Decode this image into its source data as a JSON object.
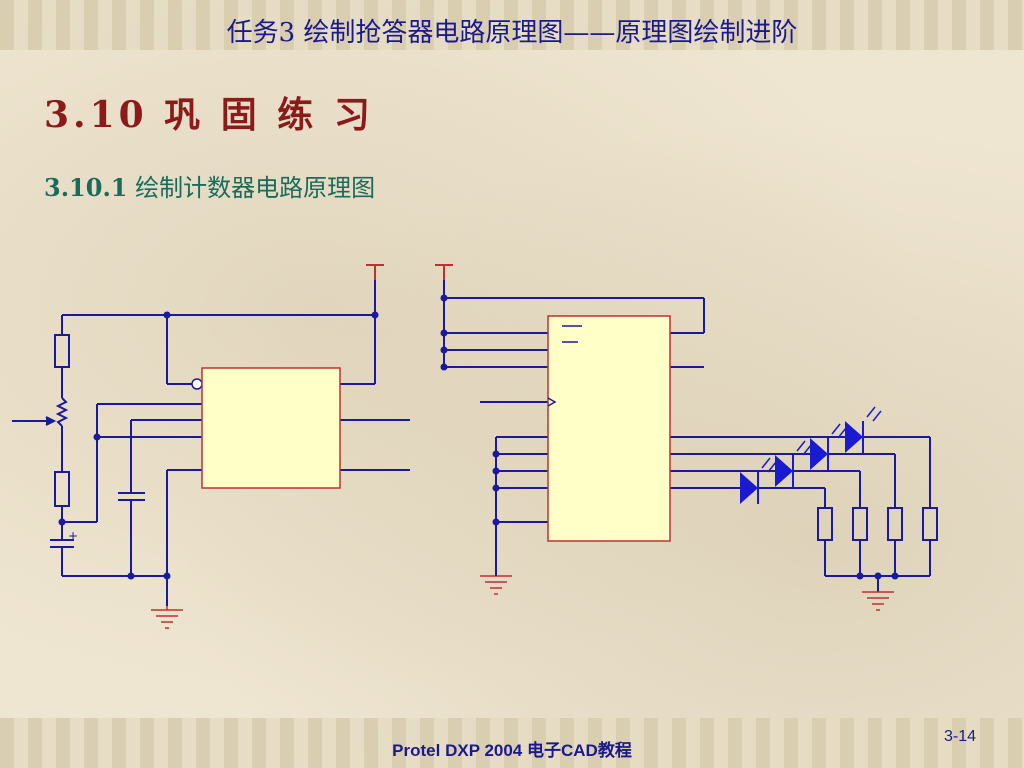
{
  "header": {
    "title": "任务3  绘制抢答器电路原理图——原理图绘制进阶"
  },
  "section": {
    "title": "3.10  巩 固 练 习"
  },
  "subsection": {
    "number": "3.10.1",
    "title": "绘制计数器电路原理图"
  },
  "footer": {
    "text": "Protel DXP 2004 电子CAD教程"
  },
  "page": {
    "number": "3-14"
  },
  "colors": {
    "wire": "#1a1a9c",
    "component": "#1a1a9c",
    "chip_fill": "#ffffc8",
    "chip_stroke": "#c03030",
    "power": "#c03030",
    "led": "#1a1ad0"
  }
}
